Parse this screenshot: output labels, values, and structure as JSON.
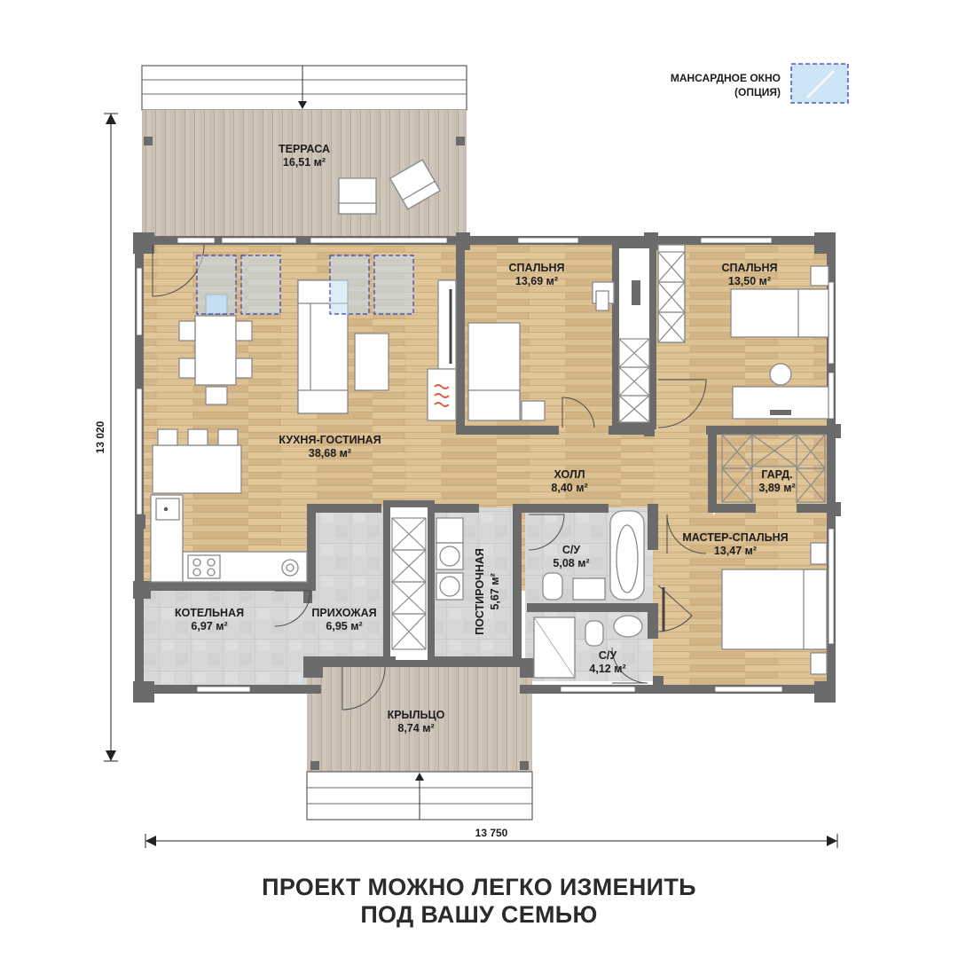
{
  "legend": {
    "line1": "МАНСАРДНОЕ ОКНО",
    "line2": "(ОПЦИЯ)"
  },
  "dimensions": {
    "height": "13 020",
    "width": "13 750"
  },
  "rooms": [
    {
      "id": "terrace",
      "name": "ТЕРРАСА",
      "area": "16,51 м²"
    },
    {
      "id": "kitchen-living",
      "name": "КУХНЯ-ГОСТИНАЯ",
      "area": "38,68 м²"
    },
    {
      "id": "bedroom-1",
      "name": "СПАЛЬНЯ",
      "area": "13,69 м²"
    },
    {
      "id": "bedroom-2",
      "name": "СПАЛЬНЯ",
      "area": "13,50 м²"
    },
    {
      "id": "hall",
      "name": "ХОЛЛ",
      "area": "8,40 м²"
    },
    {
      "id": "wardrobe",
      "name": "ГАРД.",
      "area": "3,89 м²"
    },
    {
      "id": "master-bedroom",
      "name": "МАСТЕР-СПАЛЬНЯ",
      "area": "13,47 м²"
    },
    {
      "id": "bathroom-1",
      "name": "С/У",
      "area": "5,08 м²"
    },
    {
      "id": "bathroom-2",
      "name": "С/У",
      "area": "4,12 м²"
    },
    {
      "id": "laundry",
      "name": "ПОСТИРОЧНАЯ",
      "area": "5,67 м²"
    },
    {
      "id": "entrance-hall",
      "name": "ПРИХОЖАЯ",
      "area": "6,95 м²"
    },
    {
      "id": "boiler-room",
      "name": "КОТЕЛЬНАЯ",
      "area": "6,97 м²"
    },
    {
      "id": "porch",
      "name": "КРЫЛЬЦО",
      "area": "8,74 м²"
    }
  ],
  "caption": {
    "line1": "ПРОЕКТ МОЖНО ЛЕГКО ИЗМЕНИТЬ",
    "line2": "ПОД ВАШУ СЕМЬЮ"
  },
  "colors": {
    "wood": "#d8bc8e",
    "wall": "#6b6b6b",
    "tile": "#d6d8da",
    "deck": "#c7bcb0",
    "skylight": "#c5dff2",
    "skylight_border": "#2f3fbf"
  }
}
